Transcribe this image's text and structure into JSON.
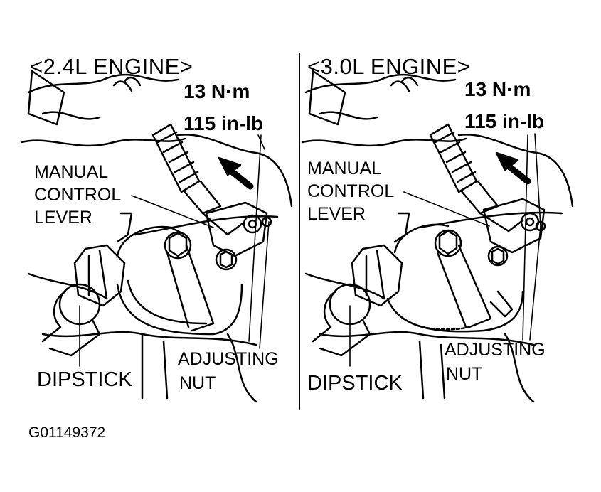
{
  "figure_code": "G01149372",
  "panels": [
    {
      "title": "<2.4L ENGINE>",
      "torque_nm": "13 N·m",
      "torque_inlb": "115 in-lb",
      "manual_lever": [
        "MANUAL",
        "CONTROL",
        "LEVER"
      ],
      "dipstick": "DIPSTICK",
      "adjusting_nut": [
        "ADJUSTING",
        "NUT"
      ]
    },
    {
      "title": "<3.0L ENGINE>",
      "torque_nm": "13 N·m",
      "torque_inlb": "115 in-lb",
      "manual_lever": [
        "MANUAL",
        "CONTROL",
        "LEVER"
      ],
      "dipstick": "DIPSTICK",
      "adjusting_nut": [
        "ADJUSTING",
        "NUT"
      ]
    }
  ]
}
